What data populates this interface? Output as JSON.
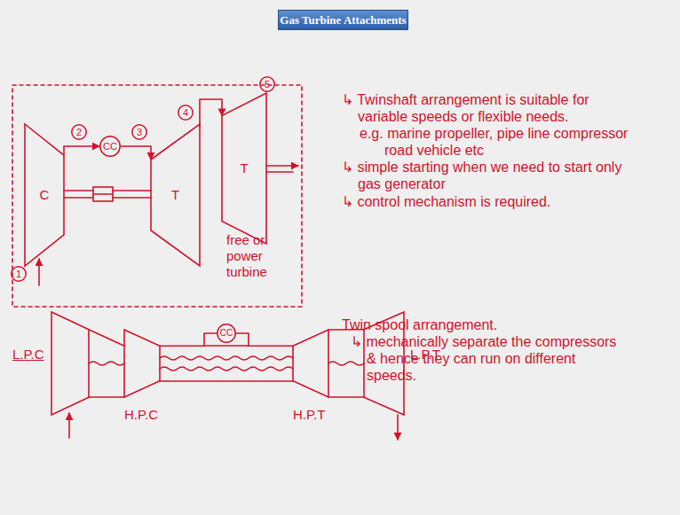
{
  "diagram": {
    "title": "Gas Turbine Attachments",
    "nodes": [
      {
        "text": [
          "C"
        ]
      },
      {
        "text": [
          "CC"
        ]
      },
      {
        "text": [
          "T"
        ]
      },
      {
        "text": [
          "T"
        ]
      },
      {
        "text": [
          "1"
        ]
      },
      {
        "text": [
          "2"
        ]
      },
      {
        "text": [
          "3"
        ]
      },
      {
        "text": [
          "4"
        ]
      },
      {
        "text": [
          "5"
        ]
      },
      {
        "text": [
          "L.P.C"
        ]
      },
      {
        "text": [
          "H.P.C"
        ]
      },
      {
        "text": [
          "CC"
        ]
      },
      {
        "text": [
          "H.P.T"
        ]
      },
      {
        "text": [
          "L.P.T"
        ]
      }
    ],
    "edges": [
      {
        "from": 0,
        "to": 1,
        "arrow": "to"
      },
      {
        "from": 1,
        "to": 2,
        "arrow": "to"
      },
      {
        "from": 2,
        "to": 3,
        "arrow": "to"
      },
      {
        "from": 9,
        "to": 10,
        "arrow": "none"
      },
      {
        "from": 10,
        "to": 11,
        "arrow": "none"
      },
      {
        "from": 11,
        "to": 12,
        "arrow": "none"
      },
      {
        "from": 12,
        "to": 13,
        "arrow": "none"
      }
    ],
    "labels": [
      "free or power turbine",
      "↳ Twinshaft arrangement is suitable for variable speeds or flexible needs.",
      "e.g. marine propeller, pipe line compressor road vehicle etc",
      "↳ simple starting when we need to start only gas generator",
      "↳ control mechanism is required.",
      "Twin spool arrangement.",
      "↳ mechanically separate the compressors & hence they can run on different speeds."
    ]
  }
}
